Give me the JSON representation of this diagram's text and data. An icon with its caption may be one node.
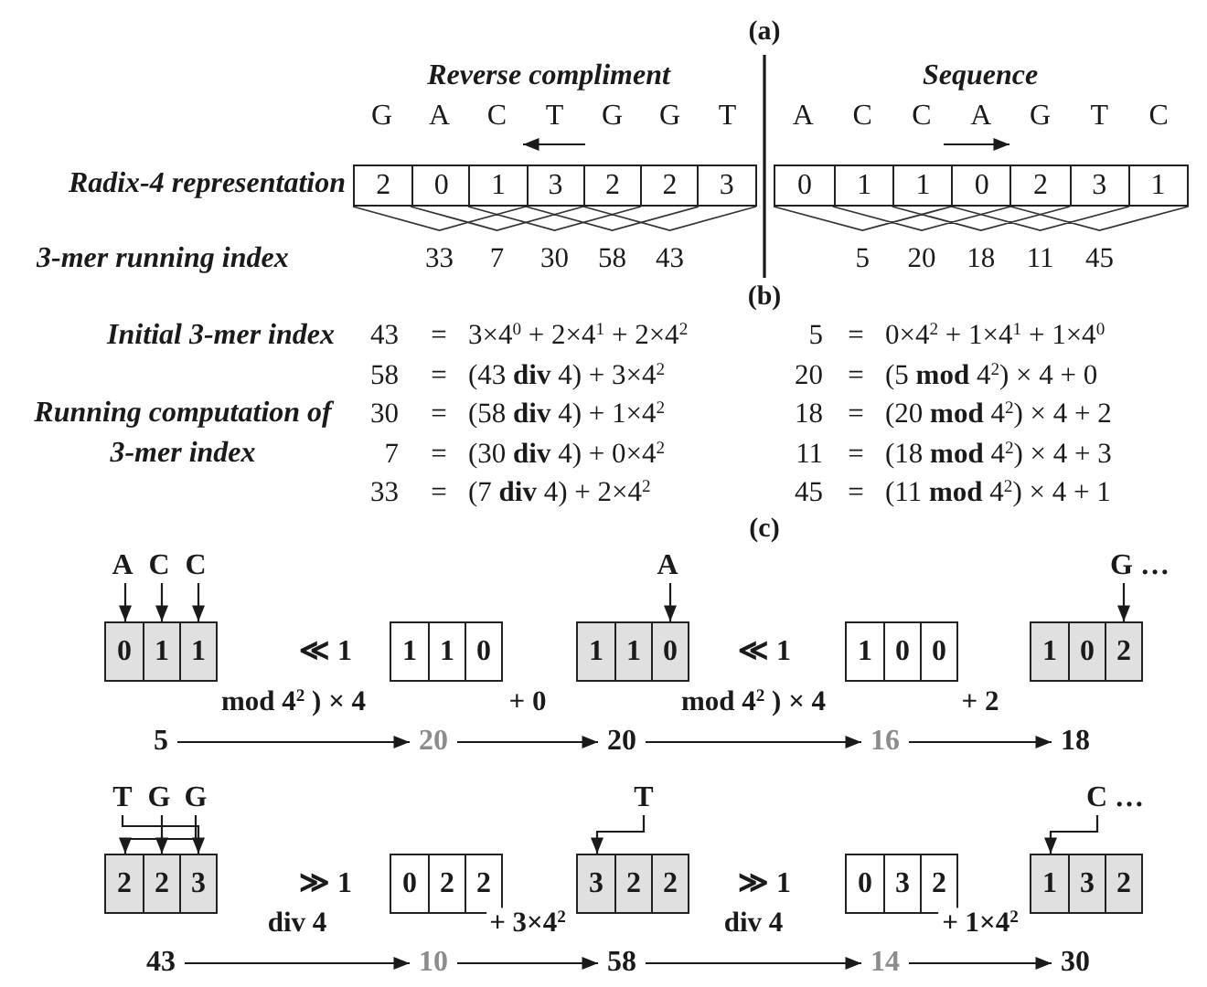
{
  "diagram": {
    "nodes": [
      {
        "text": [
          "2",
          "0",
          "1",
          "3",
          "2",
          "2",
          "3"
        ]
      },
      {
        "text": [
          "0",
          "1",
          "1",
          "0",
          "2",
          "3",
          "1"
        ]
      },
      {
        "text": [
          "A"
        ]
      },
      {
        "text": [
          "C"
        ]
      },
      {
        "text": [
          "C"
        ]
      },
      {
        "text": [
          "A"
        ]
      },
      {
        "text": [
          "G …"
        ]
      },
      {
        "text": [
          "0",
          "1",
          "1"
        ]
      },
      {
        "text": [
          "1",
          "1",
          "0"
        ]
      },
      {
        "text": [
          "1",
          "1",
          "0"
        ]
      },
      {
        "text": [
          "1",
          "0",
          "0"
        ]
      },
      {
        "text": [
          "1",
          "0",
          "2"
        ]
      },
      {
        "text": [
          "5"
        ]
      },
      {
        "text": [
          "20"
        ]
      },
      {
        "text": [
          "20"
        ]
      },
      {
        "text": [
          "16"
        ]
      },
      {
        "text": [
          "18"
        ]
      },
      {
        "text": [
          "T"
        ]
      },
      {
        "text": [
          "G"
        ]
      },
      {
        "text": [
          "G"
        ]
      },
      {
        "text": [
          "T"
        ]
      },
      {
        "text": [
          "C …"
        ]
      },
      {
        "text": [
          "2",
          "2",
          "3"
        ]
      },
      {
        "text": [
          "0",
          "2",
          "2"
        ]
      },
      {
        "text": [
          "3",
          "2",
          "2"
        ]
      },
      {
        "text": [
          "0",
          "3",
          "2"
        ]
      },
      {
        "text": [
          "1",
          "3",
          "2"
        ]
      },
      {
        "text": [
          "43"
        ]
      },
      {
        "text": [
          "10"
        ]
      },
      {
        "text": [
          "58"
        ]
      },
      {
        "text": [
          "14"
        ]
      },
      {
        "text": [
          "30"
        ]
      }
    ],
    "edges": [
      {
        "from": 2,
        "to": 7,
        "arrow": "to"
      },
      {
        "from": 3,
        "to": 7,
        "arrow": "to"
      },
      {
        "from": 4,
        "to": 7,
        "arrow": "to"
      },
      {
        "from": 5,
        "to": 9,
        "arrow": "to"
      },
      {
        "from": 6,
        "to": 11,
        "arrow": "to"
      },
      {
        "from": 12,
        "to": 13,
        "arrow": "to",
        "label": "mod 4$^{2}$ ) × 4"
      },
      {
        "from": 13,
        "to": 14,
        "arrow": "to",
        "label": "+ 0"
      },
      {
        "from": 14,
        "to": 15,
        "arrow": "to",
        "label": "mod 4$^{2}$ ) × 4"
      },
      {
        "from": 15,
        "to": 16,
        "arrow": "to",
        "label": "+ 2"
      },
      {
        "from": 17,
        "to": 22,
        "arrow": "to"
      },
      {
        "from": 18,
        "to": 22,
        "arrow": "to"
      },
      {
        "from": 19,
        "to": 22,
        "arrow": "to"
      },
      {
        "from": 20,
        "to": 24,
        "arrow": "to"
      },
      {
        "from": 21,
        "to": 26,
        "arrow": "to"
      },
      {
        "from": 27,
        "to": 28,
        "arrow": "to",
        "label": "div 4"
      },
      {
        "from": 28,
        "to": 29,
        "arrow": "to",
        "label": "+ 3×4$^{2}$"
      },
      {
        "from": 29,
        "to": 30,
        "arrow": "to",
        "label": "div 4"
      },
      {
        "from": 30,
        "to": 31,
        "arrow": "to",
        "label": "+ 1×4$^{2}$"
      }
    ],
    "labels": [
      "(a)",
      "Reverse compliment",
      "Sequence",
      "G",
      "A",
      "C",
      "T",
      "G",
      "G",
      "T",
      "A",
      "C",
      "C",
      "A",
      "G",
      "T",
      "C",
      "Radix-4 representation",
      "3-mer running index",
      "33",
      "7",
      "30",
      "58",
      "43",
      "5",
      "20",
      "18",
      "11",
      "45",
      "(b)",
      "Initial 3-mer index",
      "Running computation of 3-mer index",
      "43",
      "=",
      "3×4$^{0}$ + 2×4$^{1}$ + 2×4$^{2}$",
      "5",
      "=",
      "0×4$^{2}$ + 1×4$^{1}$ + 1×4$^{0}$",
      "58",
      "=",
      "(43 **div** 4) + 3×4$^{2}$",
      "20",
      "=",
      "(5 **mod** 4$^{2}$) × 4 + 0",
      "30",
      "=",
      "(58 **div** 4) + 1×4$^{2}$",
      "18",
      "=",
      "(20 **mod** 4$^{2}$) × 4 + 2",
      "7",
      "=",
      "(30 **div** 4) + 0×4$^{2}$",
      "11",
      "=",
      "(18 **mod** 4$^{2}$) × 4 + 3",
      "33",
      "=",
      "(7 **div** 4) + 2×4$^{2}$",
      "45",
      "=",
      "(11 **mod** 4$^{2}$) × 4 + 1",
      "(c)",
      "≪ 1",
      "≪ 1",
      "≫ 1",
      "≫ 1"
    ]
  }
}
